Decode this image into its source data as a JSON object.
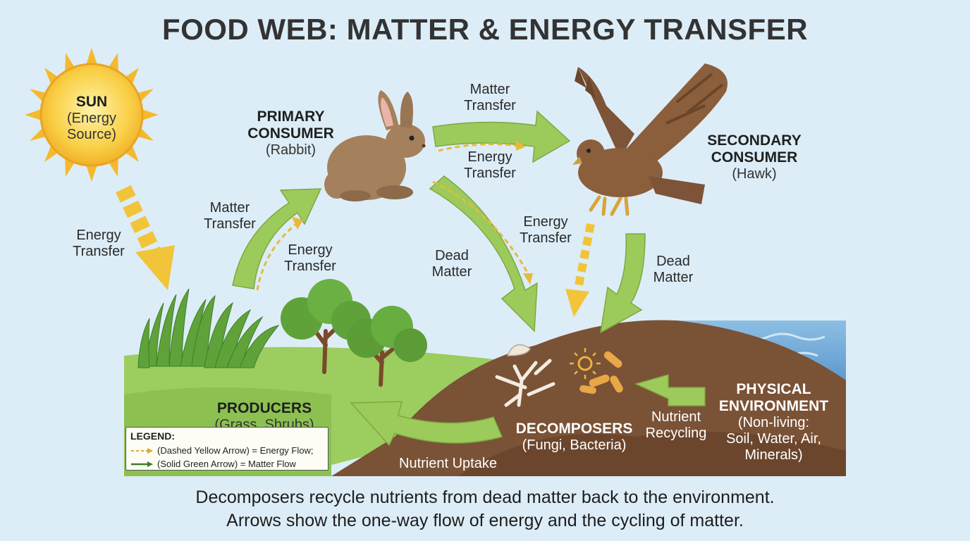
{
  "title": "FOOD WEB: MATTER & ENERGY TRANSFER",
  "nodes": {
    "sun": {
      "name": "SUN",
      "sub1": "(Energy",
      "sub2": "Source)"
    },
    "primary": {
      "name1": "PRIMARY",
      "name2": "CONSUMER",
      "sub": "(Rabbit)"
    },
    "secondary": {
      "name1": "SECONDARY",
      "name2": "CONSUMER",
      "sub": "(Hawk)"
    },
    "producers": {
      "name": "PRODUCERS",
      "sub": "(Grass, Shrubs)"
    },
    "decomposers": {
      "name": "DECOMPOSERS",
      "sub": "(Fungi, Bacteria)"
    },
    "physical": {
      "name1": "PHYSICAL",
      "name2": "ENVIRONMENT",
      "sub1": "(Non-living:",
      "sub2": "Soil, Water, Air,",
      "sub3": "Minerals)"
    }
  },
  "arrow_labels": {
    "sun_energy": [
      "Energy",
      "Transfer"
    ],
    "producer_matter": [
      "Matter",
      "Transfer"
    ],
    "producer_energy": [
      "Energy",
      "Transfer"
    ],
    "rabbit_hawk_matter": [
      "Matter",
      "Transfer"
    ],
    "rabbit_hawk_energy": [
      "Energy",
      "Transfer"
    ],
    "rabbit_dead": [
      "Dead",
      "Matter"
    ],
    "hawk_energy": [
      "Energy",
      "Transfer"
    ],
    "hawk_dead": [
      "Dead",
      "Matter"
    ],
    "nutrient_recycling": [
      "Nutrient",
      "Recycling"
    ],
    "nutrient_uptake": "Nutrient Uptake"
  },
  "legend": {
    "title": "LEGEND:",
    "energy": "(Dashed Yellow Arrow) = Energy Flow;",
    "matter": "(Solid Green Arrow) = Matter Flow"
  },
  "caption": {
    "line1": "Decomposers recycle nutrients from dead matter back to the environment.",
    "line2": "Arrows show the one-way flow of energy and the cycling of matter."
  },
  "colors": {
    "background": "#dcedf7",
    "energy_arrow": "#f2c43a",
    "matter_arrow": "#9ccb5c",
    "soil": "#7a5236",
    "grass": "#8cc151",
    "water": "#6fa8d6"
  }
}
